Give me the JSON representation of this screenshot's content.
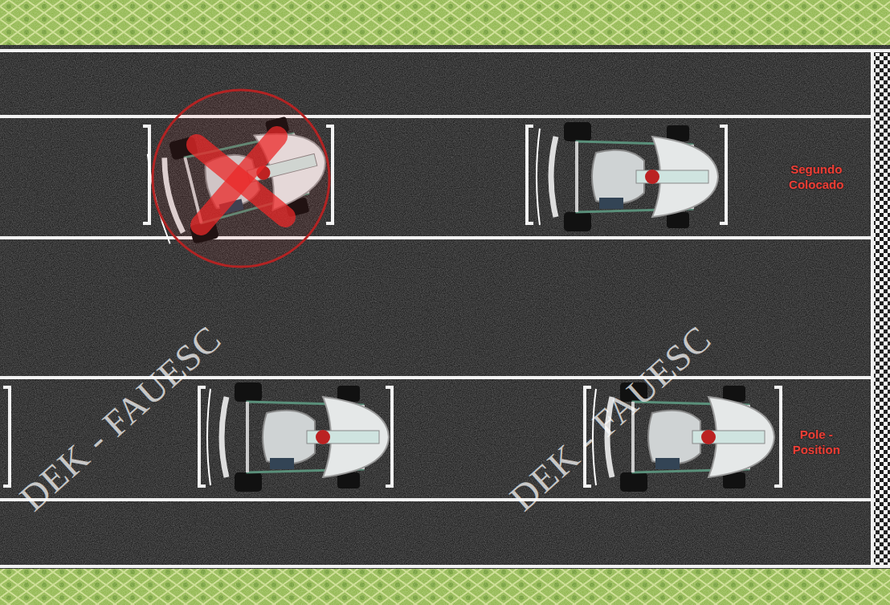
{
  "diagram": {
    "labels": [
      "Segundo Colocado",
      "Pole - Position",
      "DEK - FAUESC",
      "DEK - FAUESC"
    ]
  }
}
